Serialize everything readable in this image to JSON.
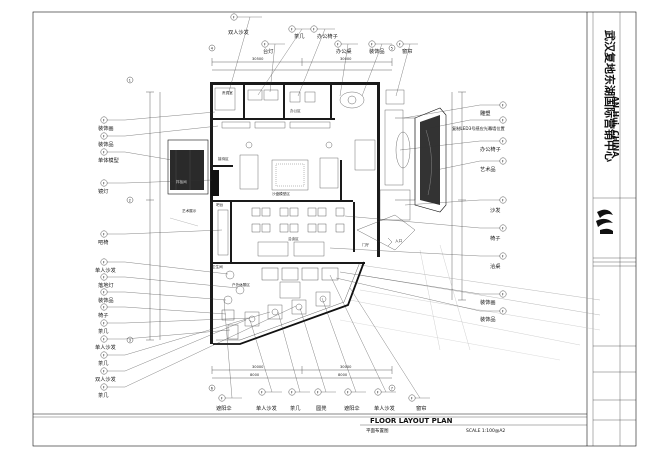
{
  "project": {
    "title_cn": "武汉复地东湖国际营销中心",
    "title_en": "AN Hui, CHINA"
  },
  "titleblock": {
    "heading": "FLOOR    LAYOUT    PLAN",
    "subheading": "平面布置图",
    "scale": "SCALE 1:100@A2"
  },
  "dimensions": {
    "top_left": "30500",
    "top_right": "30000",
    "bottom_left": "30000",
    "bottom_right": "30000",
    "bottom_sub_left": "8000",
    "bottom_sub_right": "8000"
  },
  "rooms": {
    "vip": "贵宾室",
    "reception": "接待区",
    "bar": "吧台",
    "sandtable": "沙盘模型区",
    "negotiation": "洽谈区",
    "entrance": "入口",
    "lobby": "门厅",
    "art": "艺术展示",
    "toilet": "卫生间",
    "office": "办公区",
    "model_room": "样板间",
    "lounge": "户外休憩区"
  },
  "labels": {
    "left": [
      {
        "tag": "F",
        "text": "装饰画"
      },
      {
        "tag": "F",
        "text": "装饰品"
      },
      {
        "tag": "F",
        "text": "单体模型"
      },
      {
        "tag": "F",
        "text": "镜灯"
      },
      {
        "tag": "F",
        "text": "吧椅"
      },
      {
        "tag": "F",
        "text": "单人沙发"
      },
      {
        "tag": "F",
        "text": "落地灯"
      },
      {
        "tag": "F",
        "text": "装饰品"
      },
      {
        "tag": "F",
        "text": "椅子"
      },
      {
        "tag": "F",
        "text": "茶几"
      },
      {
        "tag": "F",
        "text": "单人沙发"
      },
      {
        "tag": "F",
        "text": "茶几"
      },
      {
        "tag": "F",
        "text": "双人沙发"
      },
      {
        "tag": "F",
        "text": "茶几"
      }
    ],
    "top": [
      {
        "tag": "F",
        "text": "双人沙发"
      },
      {
        "tag": "F",
        "text": "茶几"
      },
      {
        "tag": "F",
        "text": "台灯"
      },
      {
        "tag": "F",
        "text": "办公椅子"
      },
      {
        "tag": "F",
        "text": "办公桌"
      },
      {
        "tag": "F",
        "text": "装饰品"
      },
      {
        "tag": "F",
        "text": "窗帘"
      }
    ],
    "right": [
      {
        "tag": "F",
        "text": "雕塑"
      },
      {
        "tag": "F",
        "text": "复制LED3号感应光幕墙位置"
      },
      {
        "tag": "F",
        "text": "办公椅子"
      },
      {
        "tag": "F",
        "text": "艺术品"
      },
      {
        "tag": "F",
        "text": "沙发"
      },
      {
        "tag": "F",
        "text": "椅子"
      },
      {
        "tag": "F",
        "text": "洽桌"
      },
      {
        "tag": "F",
        "text": "装饰画"
      },
      {
        "tag": "F",
        "text": "装饰品"
      }
    ],
    "bottom": [
      {
        "tag": "F",
        "text": "遮阳伞"
      },
      {
        "tag": "F",
        "text": "单人沙发"
      },
      {
        "tag": "F",
        "text": "茶几"
      },
      {
        "tag": "F",
        "text": "圆凳"
      },
      {
        "tag": "F",
        "text": "遮阳伞"
      },
      {
        "tag": "F",
        "text": "单人沙发"
      },
      {
        "tag": "F",
        "text": "窗帘"
      }
    ]
  },
  "grid_markers": [
    "1",
    "2",
    "3",
    "4",
    "5",
    "6",
    "7"
  ]
}
